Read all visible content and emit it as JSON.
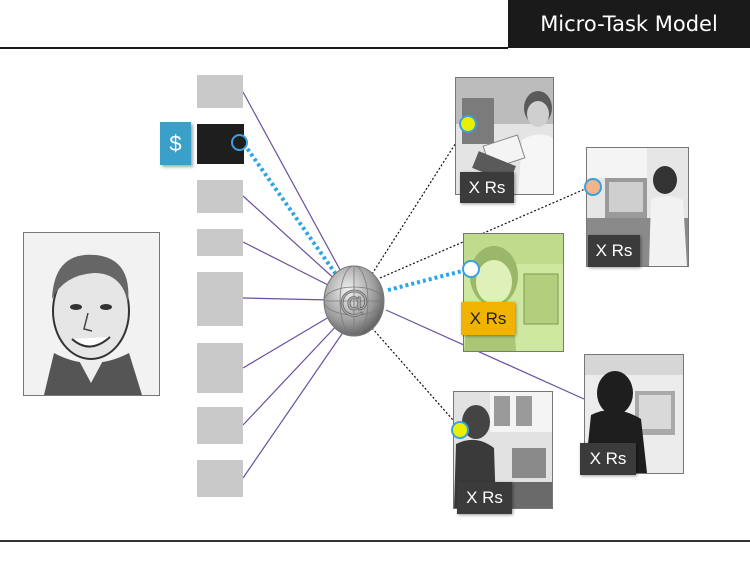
{
  "title": "Micro-Task Model",
  "payment_icon": {
    "symbol": "$",
    "icon": "dollar-icon",
    "color": "#3aa0c8"
  },
  "hub_icon": {
    "symbol": "@",
    "icon": "at-sign-globe-icon"
  },
  "task_count": 8,
  "workers": [
    {
      "label": "X Rs",
      "connector_color": "#e8f000",
      "highlighted": false
    },
    {
      "label": "X Rs",
      "connector_color": "#f2b48a",
      "highlighted": false
    },
    {
      "label": "X Rs",
      "connector_color": "#ffffff",
      "highlighted": true
    },
    {
      "label": "X Rs",
      "connector_color": null,
      "highlighted": false
    },
    {
      "label": "X Rs",
      "connector_color": "#e8f000",
      "highlighted": false
    }
  ],
  "colors": {
    "link_line": "#6a4fa0",
    "active_link": "#2aa6e6",
    "highlight_label": "#f0b400",
    "title_bar": "#1a1a1a"
  }
}
